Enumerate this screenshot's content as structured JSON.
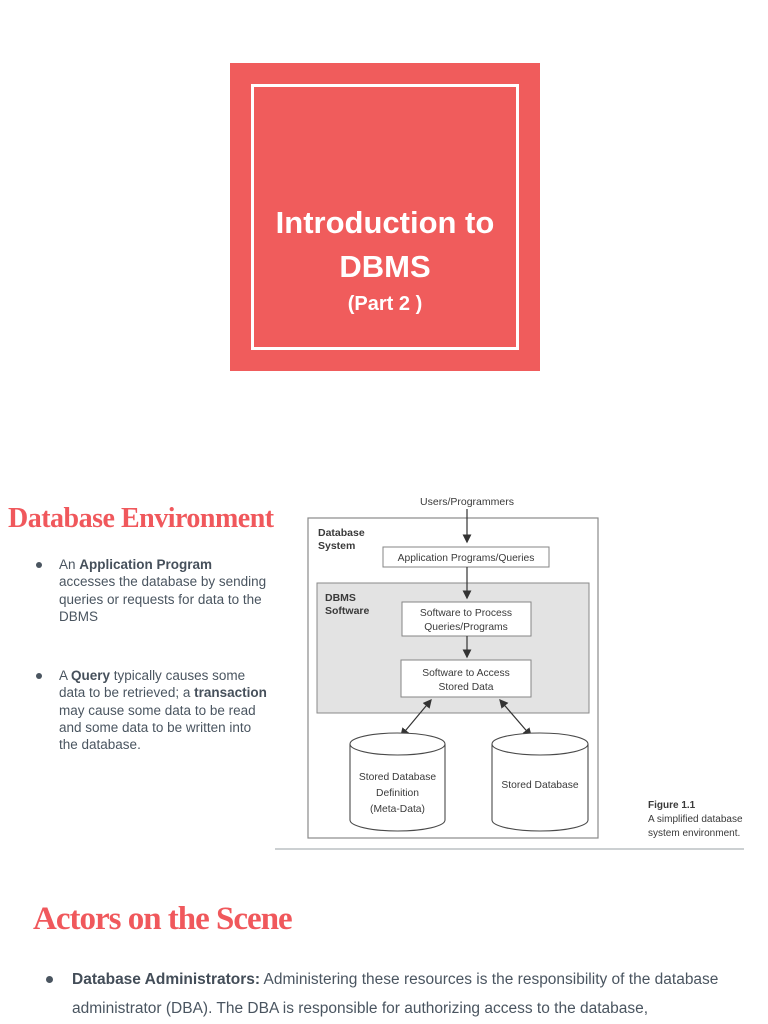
{
  "colors": {
    "card_red": "#f05c5c",
    "heading_red": "#f0585c",
    "body_text": "#4a5560",
    "diagram_text": "#3a3a3a"
  },
  "title_slide": {
    "line1": "Introduction to",
    "line2": "DBMS",
    "line3": "(Part 2 )"
  },
  "env_slide": {
    "heading": "Database Environment",
    "bullets": [
      {
        "segments": [
          {
            "t": "An ",
            "b": false
          },
          {
            "t": "Application Program",
            "b": true
          },
          {
            "t": " accesses the database by sending queries or requests for data to the DBMS",
            "b": false
          }
        ]
      },
      {
        "segments": [
          {
            "t": "A ",
            "b": false
          },
          {
            "t": "Query",
            "b": true
          },
          {
            "t": " typically causes some data to be retrieved; a ",
            "b": false
          },
          {
            "t": "transaction",
            "b": true
          },
          {
            "t": " may cause some data to be read and some data to be written into the database.",
            "b": false
          }
        ]
      }
    ],
    "diagram": {
      "top_label": "Users/Programmers",
      "outer_label_line1": "Database",
      "outer_label_line2": "System",
      "app_box": "Application Programs/Queries",
      "dbms_label_line1": "DBMS",
      "dbms_label_line2": "Software",
      "process_box_line1": "Software to Process",
      "process_box_line2": "Queries/Programs",
      "access_box_line1": "Software to Access",
      "access_box_line2": "Stored Data",
      "cyl_left_line1": "Stored Database",
      "cyl_left_line2": "Definition",
      "cyl_left_line3": "(Meta-Data)",
      "cyl_right_label": "Stored Database",
      "caption_title": "Figure 1.1",
      "caption_line1": "A simplified database",
      "caption_line2": "system environment."
    }
  },
  "actors_slide": {
    "heading": "Actors on the Scene",
    "bullet": {
      "segments": [
        {
          "t": "Database Administrators:",
          "b": true
        },
        {
          "t": " Administering these resources is the responsibility of the database administrator (DBA). The DBA is responsible for authorizing access to the database,",
          "b": false
        }
      ]
    }
  }
}
